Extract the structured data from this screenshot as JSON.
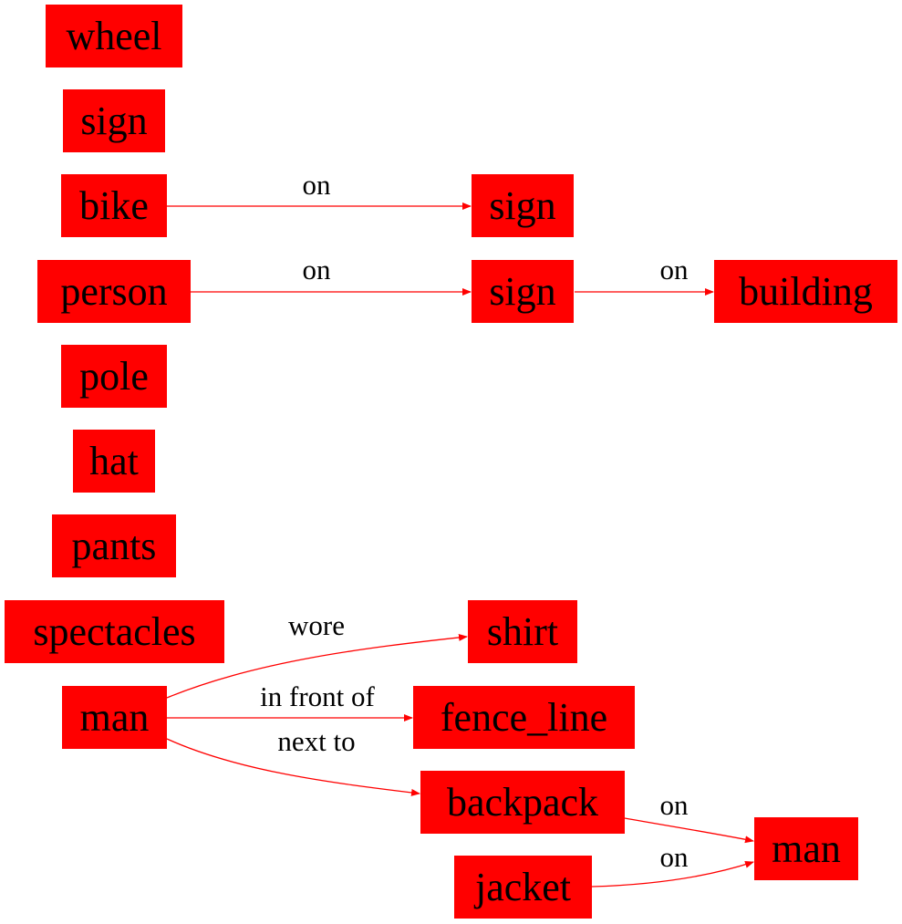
{
  "diagram": {
    "node_color": "#ff0000",
    "edge_color": "#ff0000",
    "text_color": "#000000",
    "nodes": [
      {
        "id": "n_wheel",
        "label": "wheel"
      },
      {
        "id": "n_sign1",
        "label": "sign"
      },
      {
        "id": "n_bike",
        "label": "bike"
      },
      {
        "id": "n_person",
        "label": "person"
      },
      {
        "id": "n_pole",
        "label": "pole"
      },
      {
        "id": "n_hat",
        "label": "hat"
      },
      {
        "id": "n_pants",
        "label": "pants"
      },
      {
        "id": "n_spectacles",
        "label": "spectacles"
      },
      {
        "id": "n_man1",
        "label": "man"
      },
      {
        "id": "n_sign2",
        "label": "sign"
      },
      {
        "id": "n_sign3",
        "label": "sign"
      },
      {
        "id": "n_building",
        "label": "building"
      },
      {
        "id": "n_shirt",
        "label": "shirt"
      },
      {
        "id": "n_fence_line",
        "label": "fence_line"
      },
      {
        "id": "n_backpack",
        "label": "backpack"
      },
      {
        "id": "n_jacket",
        "label": "jacket"
      },
      {
        "id": "n_man2",
        "label": "man"
      }
    ],
    "edges": [
      {
        "id": "e_bike_sign2",
        "from": "n_bike",
        "to": "n_sign2",
        "label": "on"
      },
      {
        "id": "e_person_sign3",
        "from": "n_person",
        "to": "n_sign3",
        "label": "on"
      },
      {
        "id": "e_sign3_building",
        "from": "n_sign3",
        "to": "n_building",
        "label": "on"
      },
      {
        "id": "e_man1_shirt",
        "from": "n_man1",
        "to": "n_shirt",
        "label": "wore"
      },
      {
        "id": "e_man1_fence",
        "from": "n_man1",
        "to": "n_fence_line",
        "label": "in front of"
      },
      {
        "id": "e_man1_backpack",
        "from": "n_man1",
        "to": "n_backpack",
        "label": "next to"
      },
      {
        "id": "e_backpack_man2",
        "from": "n_backpack",
        "to": "n_man2",
        "label": "on"
      },
      {
        "id": "e_jacket_man2",
        "from": "n_jacket",
        "to": "n_man2",
        "label": "on"
      }
    ]
  }
}
